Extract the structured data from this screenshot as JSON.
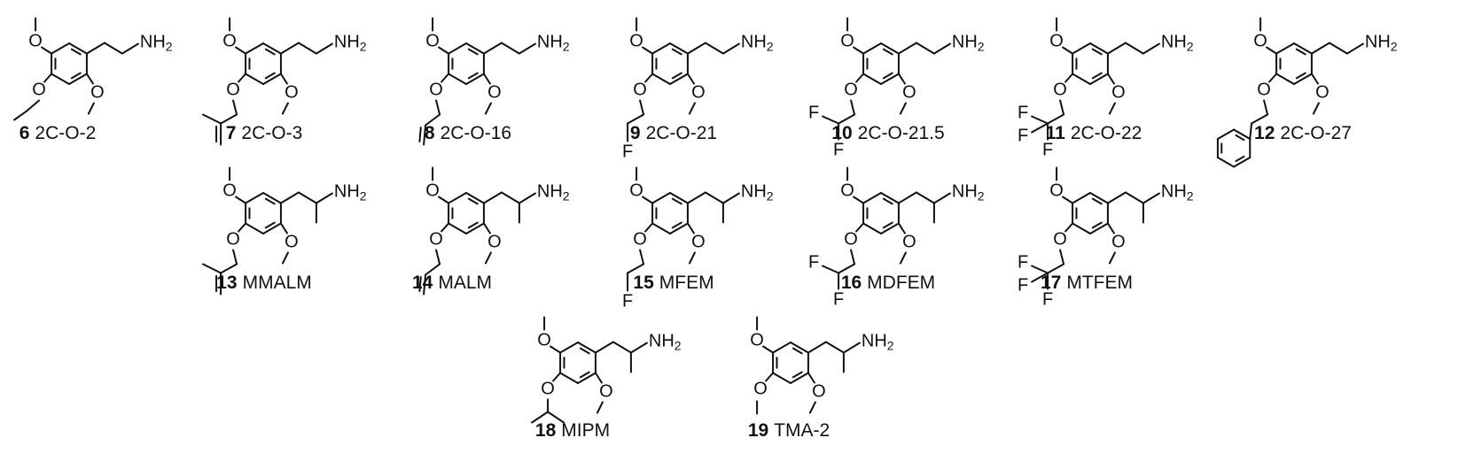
{
  "labels": {
    "oxygen": "O",
    "fluorine": "F",
    "amine": "NH",
    "amine_sub": "2"
  },
  "compounds": [
    {
      "number": "6",
      "name": "2C-O-2",
      "side_chain": "ethylamine",
      "sub": "ethoxy"
    },
    {
      "number": "7",
      "name": "2C-O-3",
      "side_chain": "ethylamine",
      "sub": "methallyloxy"
    },
    {
      "number": "8",
      "name": "2C-O-16",
      "side_chain": "ethylamine",
      "sub": "allyloxy"
    },
    {
      "number": "9",
      "name": "2C-O-21",
      "side_chain": "ethylamine",
      "sub": "fluoroethoxy"
    },
    {
      "number": "10",
      "name": "2C-O-21.5",
      "side_chain": "ethylamine",
      "sub": "difluoroethoxy"
    },
    {
      "number": "11",
      "name": "2C-O-22",
      "side_chain": "ethylamine",
      "sub": "trifluoroethoxy"
    },
    {
      "number": "12",
      "name": "2C-O-27",
      "side_chain": "ethylamine",
      "sub": "benzyloxy"
    },
    {
      "number": "13",
      "name": "MMALM",
      "side_chain": "propan-2-amine",
      "sub": "methallyloxy"
    },
    {
      "number": "14",
      "name": "MALM",
      "side_chain": "propan-2-amine",
      "sub": "allyloxy"
    },
    {
      "number": "15",
      "name": "MFEM",
      "side_chain": "propan-2-amine",
      "sub": "fluoroethoxy"
    },
    {
      "number": "16",
      "name": "MDFEM",
      "side_chain": "propan-2-amine",
      "sub": "difluoroethoxy"
    },
    {
      "number": "17",
      "name": "MTFEM",
      "side_chain": "propan-2-amine",
      "sub": "trifluoroethoxy"
    },
    {
      "number": "18",
      "name": "MIPM",
      "side_chain": "propan-2-amine",
      "sub": "isopropoxy"
    },
    {
      "number": "19",
      "name": "TMA-2",
      "side_chain": "propan-2-amine",
      "sub": "methoxy"
    }
  ]
}
